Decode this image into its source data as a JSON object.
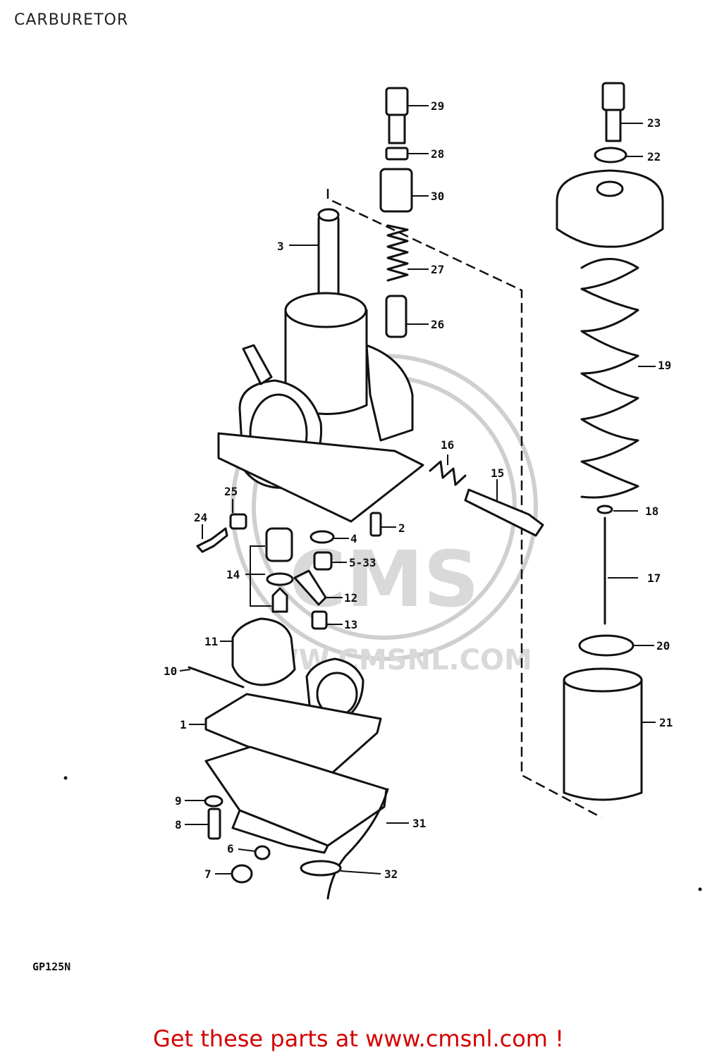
{
  "header": {
    "title": "CARBURETOR"
  },
  "diagram": {
    "model_code": "GP125N",
    "watermark": {
      "logo": "CMS",
      "url": "WWW.CMSNL.COM"
    },
    "callouts": [
      "1",
      "2",
      "3",
      "4",
      "5-33",
      "6",
      "7",
      "8",
      "9",
      "10",
      "11",
      "12",
      "13",
      "14",
      "15",
      "16",
      "17",
      "18",
      "19",
      "20",
      "21",
      "22",
      "23",
      "24",
      "25",
      "26",
      "27",
      "28",
      "29",
      "30",
      "31",
      "32"
    ]
  },
  "footer": {
    "cta": "Get these parts at www.cmsnl.com !"
  },
  "colors": {
    "cta": "#d40000",
    "ink": "#111111",
    "watermark": "#d9d9d9"
  }
}
